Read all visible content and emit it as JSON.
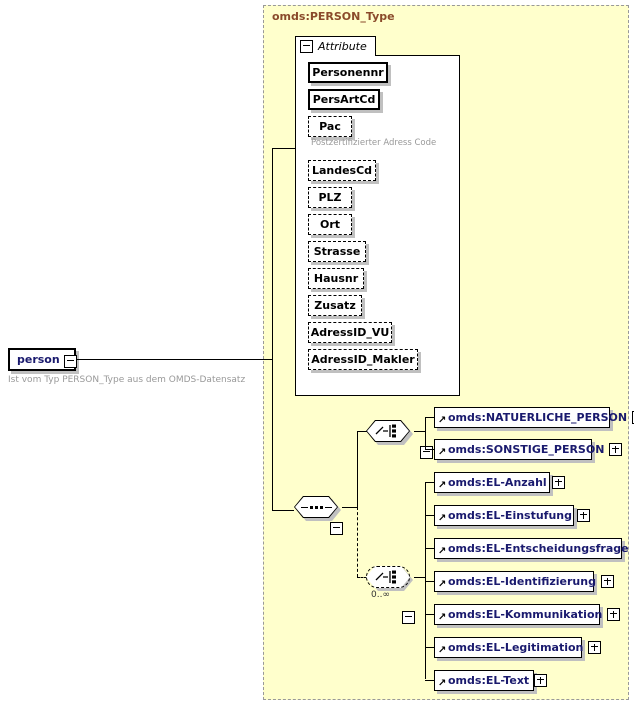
{
  "diagram": {
    "type_title": "omds:PERSON_Type",
    "root_element": {
      "name": "person",
      "annotation": "Ist vom Typ PERSON_Type aus dem OMDS-Datensatz",
      "expander": "minus-box"
    },
    "attribute_panel": {
      "tab_label": "Attribute",
      "tab_expander": "minus-box",
      "attributes": [
        {
          "name": "Personennr",
          "required": true,
          "width": 80,
          "note": null
        },
        {
          "name": "PersArtCd",
          "required": true,
          "width": 72,
          "note": null
        },
        {
          "name": "Pac",
          "required": false,
          "width": 44,
          "note": "Postzertifizierter Adress Code"
        },
        {
          "name": "LandesCd",
          "required": false,
          "width": 68,
          "note": null
        },
        {
          "name": "PLZ",
          "required": false,
          "width": 44,
          "note": null
        },
        {
          "name": "Ort",
          "required": false,
          "width": 44,
          "note": null
        },
        {
          "name": "Strasse",
          "required": false,
          "width": 58,
          "note": null
        },
        {
          "name": "Hausnr",
          "required": false,
          "width": 56,
          "note": null
        },
        {
          "name": "Zusatz",
          "required": false,
          "width": 54,
          "note": null
        },
        {
          "name": "AdressID_VU",
          "required": false,
          "width": 84,
          "note": null
        },
        {
          "name": "AdressID_Makler",
          "required": false,
          "width": 110,
          "note": null
        }
      ]
    },
    "sequence_node": {
      "kind": "sequence",
      "glyph": "sequence-dots",
      "expander": "minus-box",
      "optional": false
    },
    "choice_person": {
      "kind": "choice",
      "glyph": "choice-fork",
      "expander": "minus-box",
      "optional": false,
      "cardinality": null,
      "children": [
        {
          "name": "omds:NATUERLICHE_PERSON",
          "expander": "plus-box",
          "width": 176
        },
        {
          "name": "omds:SONSTIGE_PERSON",
          "expander": "plus-box",
          "width": 158
        }
      ]
    },
    "choice_el": {
      "kind": "choice",
      "glyph": "choice-fork",
      "expander": "minus-box",
      "optional": true,
      "cardinality": "0..∞",
      "children": [
        {
          "name": "omds:EL-Anzahl",
          "expander": "plus-box",
          "width": 116
        },
        {
          "name": "omds:EL-Einstufung",
          "expander": "plus-box",
          "width": 140
        },
        {
          "name": "omds:EL-Entscheidungsfrage",
          "expander": "plus-box",
          "width": 188
        },
        {
          "name": "omds:EL-Identifizierung",
          "expander": "plus-box",
          "width": 160
        },
        {
          "name": "omds:EL-Kommunikation",
          "expander": "plus-box",
          "width": 166
        },
        {
          "name": "omds:EL-Legitimation",
          "expander": "plus-box",
          "width": 148
        },
        {
          "name": "omds:EL-Text",
          "expander": "plus-box",
          "width": 100
        }
      ]
    },
    "colors": {
      "panel_background": "#ffffcc",
      "panel_border": "#999999",
      "type_title": "#8a4a2a",
      "element_text": "#1a1a6e",
      "annotation_text": "#999999",
      "shadow": "#c0c0c0"
    }
  }
}
